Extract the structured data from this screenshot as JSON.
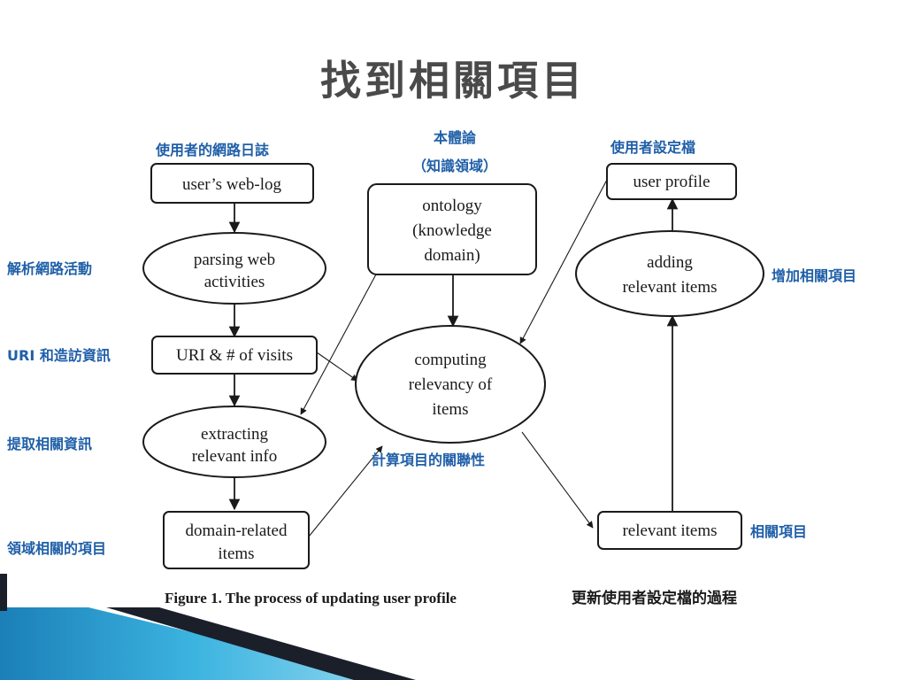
{
  "title": "找到相關項目",
  "nodes": {
    "web_log": "user’s web-log",
    "parsing": [
      "parsing web",
      "activities"
    ],
    "uri_visits": "URI & # of visits",
    "extracting": [
      "extracting",
      "relevant info"
    ],
    "domain_related": [
      "domain-related",
      "items"
    ],
    "ontology": [
      "ontology",
      "(knowledge",
      "domain)"
    ],
    "computing": [
      "computing",
      "relevancy of",
      "items"
    ],
    "user_profile": "user profile",
    "adding": [
      "adding",
      "relevant items"
    ],
    "relevant_items": "relevant items"
  },
  "annotations": {
    "web_log_zh": "使用者的網路日誌",
    "parsing_zh": "解析網路活動",
    "uri_zh": "URI 和造訪資訊",
    "extracting_zh": "提取相關資訊",
    "domain_zh": "領域相關的項目",
    "ontology_zh_1": "本體論",
    "ontology_zh_2": "（知識領域）",
    "computing_zh": "計算項目的關聯性",
    "user_profile_zh": "使用者設定檔",
    "adding_zh": "增加相關項目",
    "relevant_zh": "相關項目"
  },
  "caption": {
    "en": "Figure 1. The process of updating user profile",
    "zh": "更新使用者設定檔的過程"
  },
  "colors": {
    "accent": "#1f5fa8",
    "stripe_dark": "#1b1f2a",
    "stripe_light": "#2fa6d8"
  }
}
